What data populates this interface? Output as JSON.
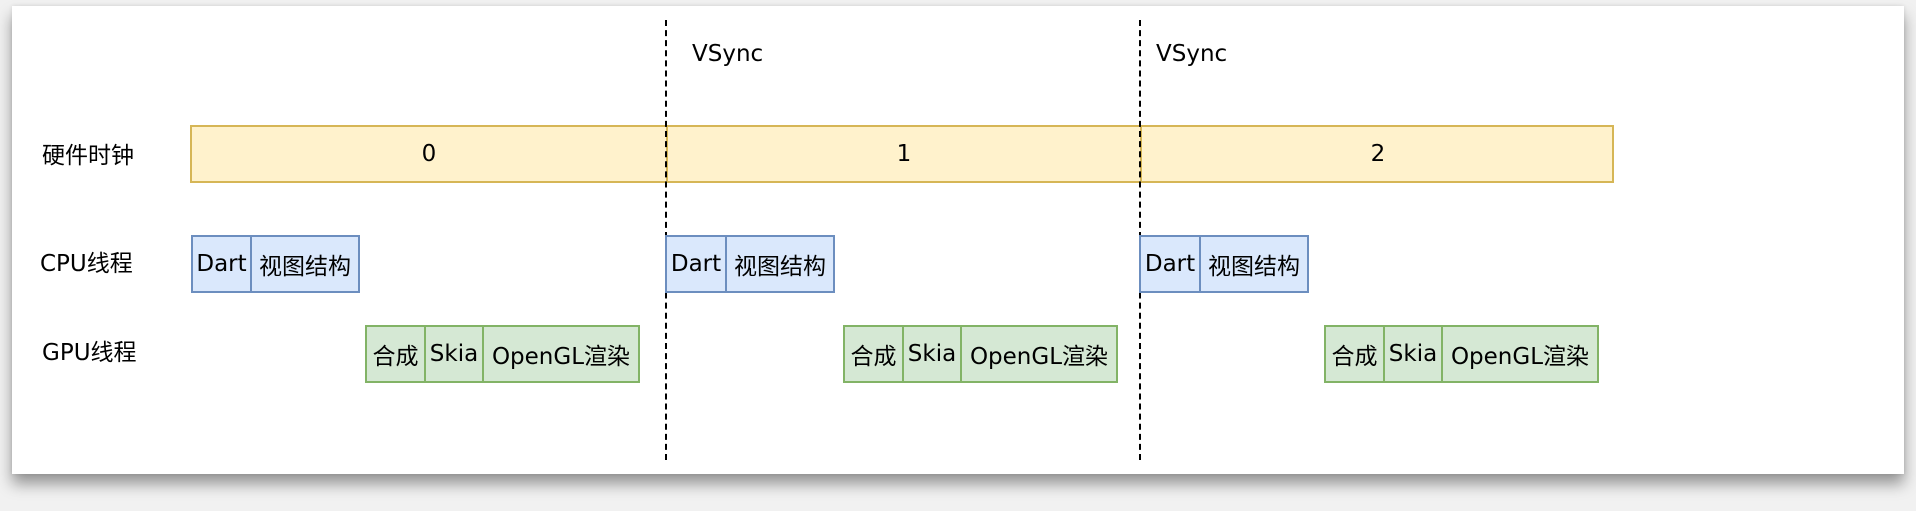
{
  "rows": {
    "clock_label": "硬件时钟",
    "cpu_label": "CPU线程",
    "gpu_label": "GPU线程"
  },
  "vsync": [
    "VSync",
    "VSync"
  ],
  "clock_segments": [
    "0",
    "1",
    "2"
  ],
  "cpu_tasks": [
    {
      "dart": "Dart",
      "view": "视图结构"
    },
    {
      "dart": "Dart",
      "view": "视图结构"
    },
    {
      "dart": "Dart",
      "view": "视图结构"
    }
  ],
  "gpu_tasks": [
    {
      "compose": "合成",
      "skia": "Skia",
      "render": "OpenGL渲染"
    },
    {
      "compose": "合成",
      "skia": "Skia",
      "render": "OpenGL渲染"
    },
    {
      "compose": "合成",
      "skia": "Skia",
      "render": "OpenGL渲染"
    }
  ],
  "colors": {
    "clock_fill": "#fff2cc",
    "clock_stroke": "#d6b656",
    "cpu_fill": "#dae8fc",
    "cpu_stroke": "#6c8ebf",
    "gpu_fill": "#d5e8d4",
    "gpu_stroke": "#82b366"
  }
}
